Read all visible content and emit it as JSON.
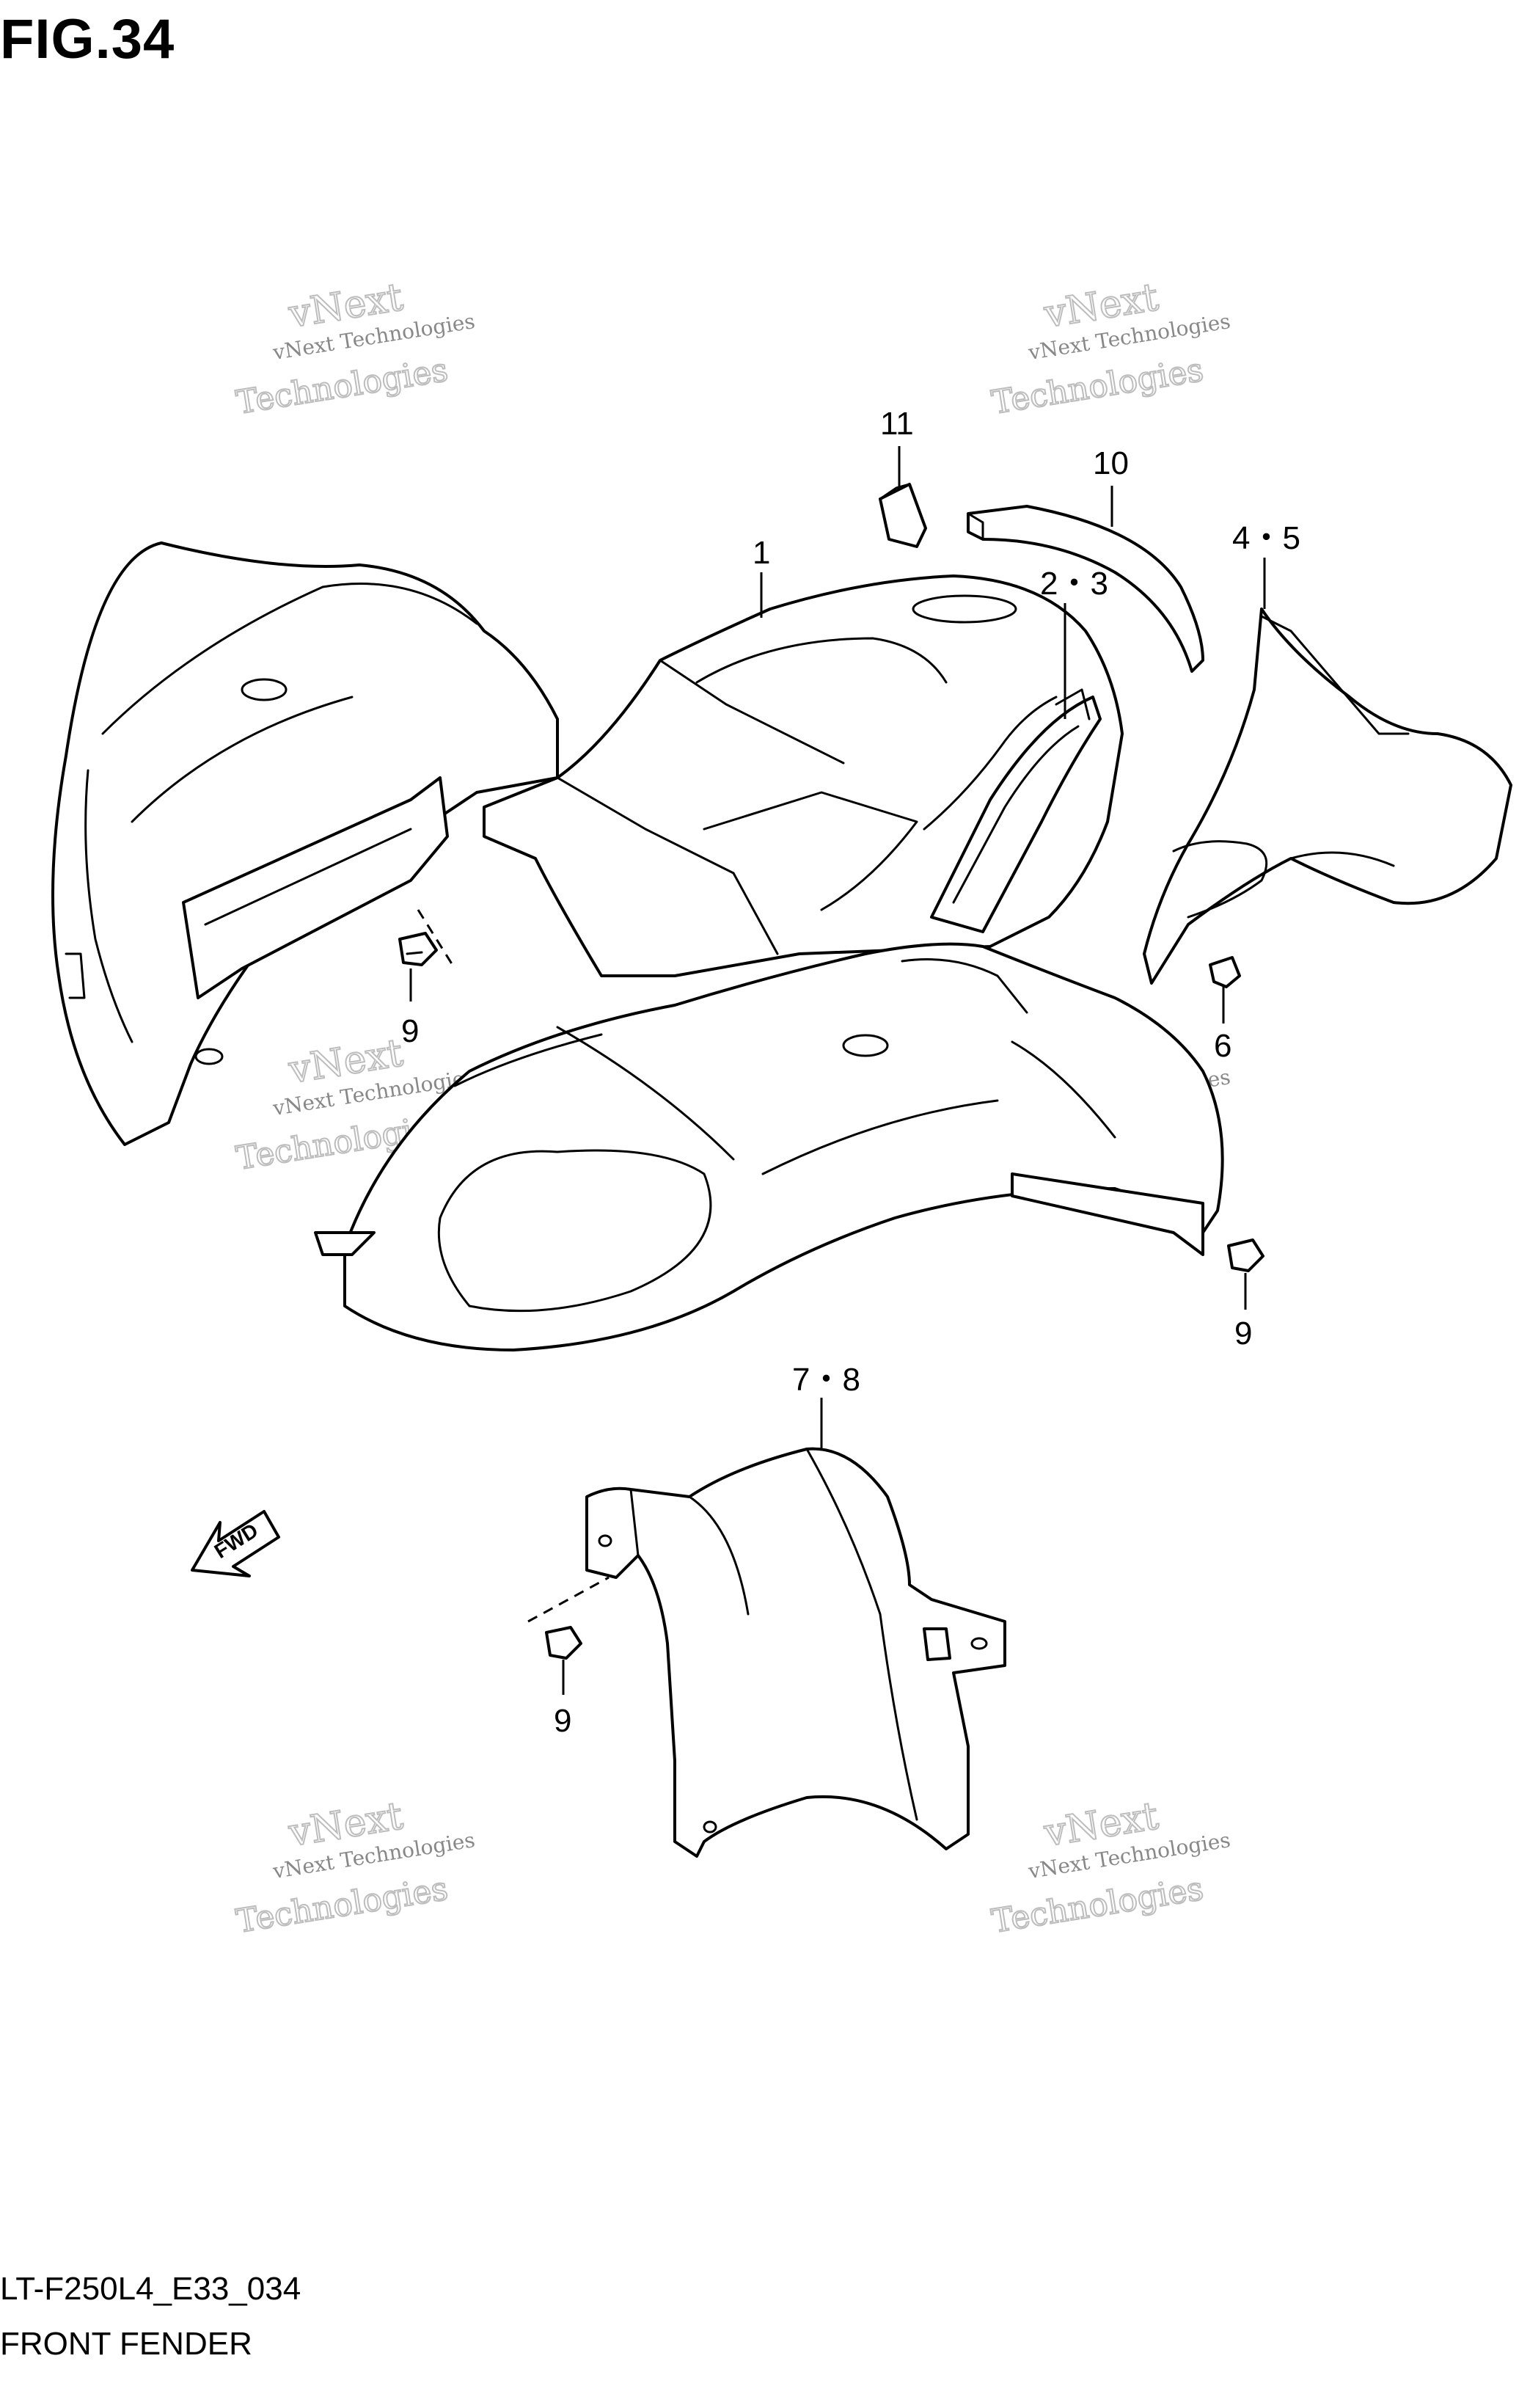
{
  "figure": {
    "title": "FIG.34",
    "code": "LT-F250L4_E33_034",
    "name": "FRONT FENDER"
  },
  "callouts": [
    {
      "id": "c11",
      "text": "11"
    },
    {
      "id": "c10",
      "text": "10"
    },
    {
      "id": "c1",
      "text": "1"
    },
    {
      "id": "c23",
      "text": "2・3"
    },
    {
      "id": "c45",
      "text": "4・5"
    },
    {
      "id": "c9a",
      "text": "9"
    },
    {
      "id": "c6",
      "text": "6"
    },
    {
      "id": "c9b",
      "text": "9"
    },
    {
      "id": "c78",
      "text": "7・8"
    },
    {
      "id": "c9c",
      "text": "9"
    }
  ],
  "direction_arrow": {
    "text": "FWD"
  },
  "watermark": {
    "line1": "vNext Technologies",
    "line2": "vNext",
    "line3": "Technologies"
  }
}
